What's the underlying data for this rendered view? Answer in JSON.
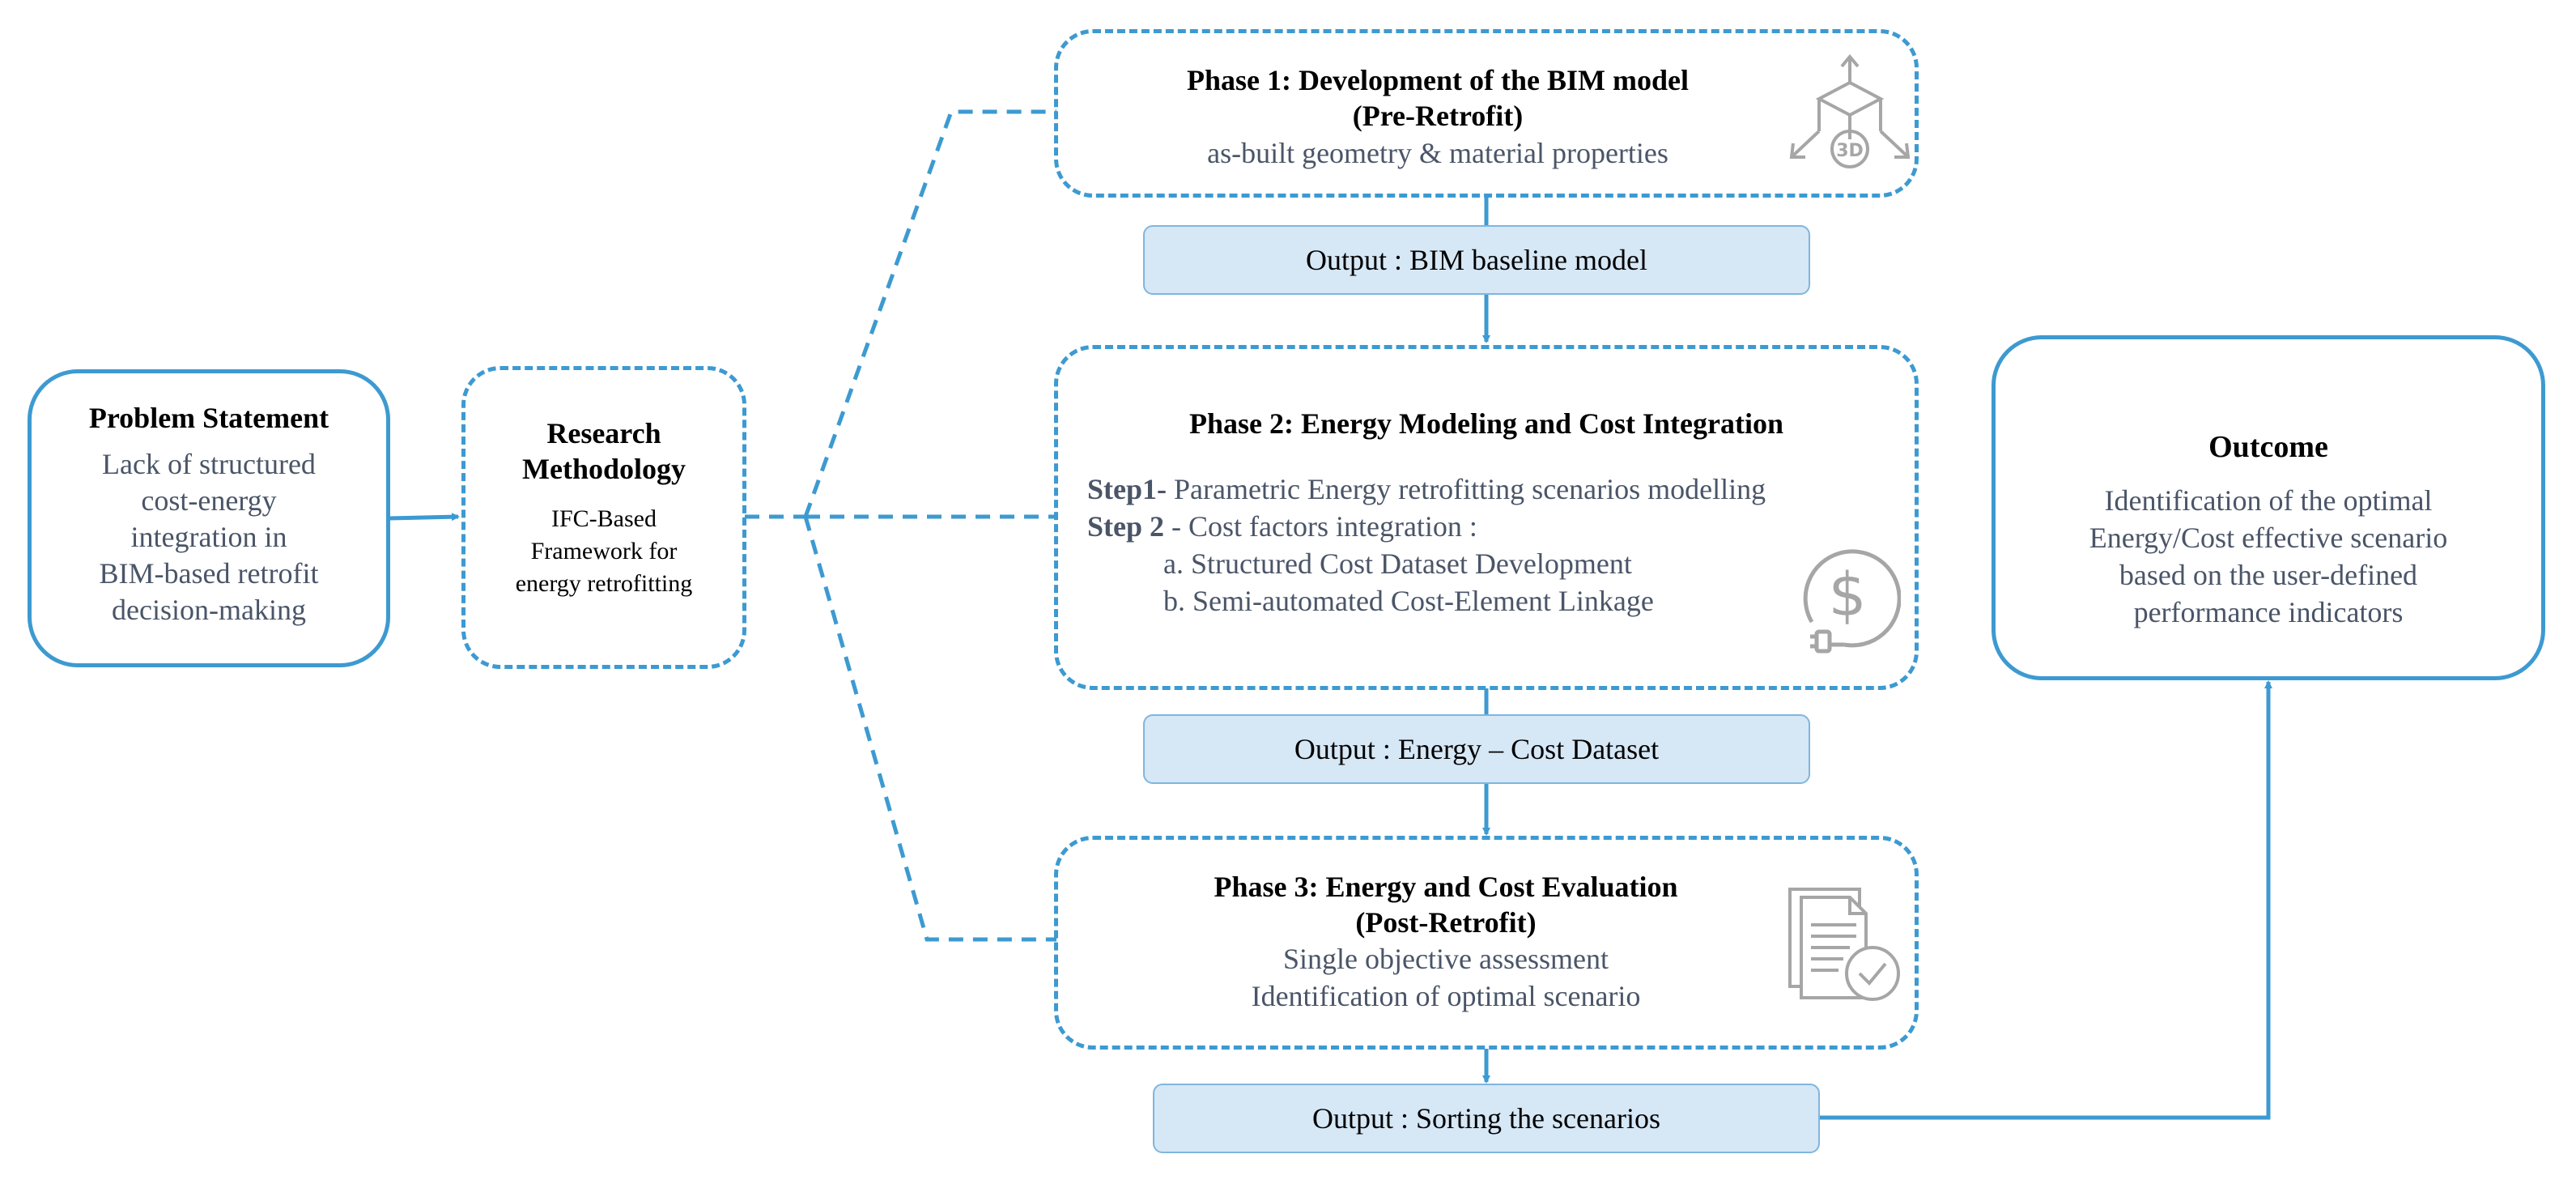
{
  "problem": {
    "title": "Problem Statement",
    "lines": [
      "Lack of structured",
      "cost-energy",
      "integration in",
      "BIM-based retrofit",
      "decision-making"
    ]
  },
  "method": {
    "title_lines": [
      "Research",
      "Methodology"
    ],
    "lines": [
      "IFC-Based",
      "Framework for",
      "energy retrofitting"
    ]
  },
  "phase1": {
    "title": "Phase 1: Development of the BIM model",
    "subtitle": "(Pre-Retrofit)",
    "desc": "as-built geometry & material properties",
    "icon": "3d-model-icon",
    "icon_text": "3D"
  },
  "output1": "Output : BIM baseline model",
  "phase2": {
    "title": "Phase 2: Energy Modeling and Cost Integration",
    "step1_label": "Step1-",
    "step1_text": " Parametric Energy retrofitting scenarios modelling",
    "step2_label": "Step 2",
    "step2_text": " - Cost factors integration :",
    "sub_a": "a. Structured Cost Dataset Development",
    "sub_b": "b. Semi-automated Cost-Element Linkage",
    "icon": "dollar-plug-icon",
    "icon_text": "$"
  },
  "output2": "Output : Energy – Cost Dataset",
  "phase3": {
    "title": "Phase 3: Energy and Cost Evaluation",
    "subtitle": "(Post-Retrofit)",
    "desc1": "Single objective assessment",
    "desc2": "Identification of optimal scenario",
    "icon": "document-check-icon"
  },
  "output3": "Output : Sorting the scenarios",
  "outcome": {
    "title": "Outcome",
    "lines": [
      "Identification of  the optimal",
      "Energy/Cost effective scenario",
      "based on the user-defined",
      "performance indicators"
    ]
  },
  "colors": {
    "accent": "#3d9ad1",
    "output_fill": "#d6e7f6",
    "body_text": "#4a5568",
    "icon_gray": "#a6a6a6"
  }
}
